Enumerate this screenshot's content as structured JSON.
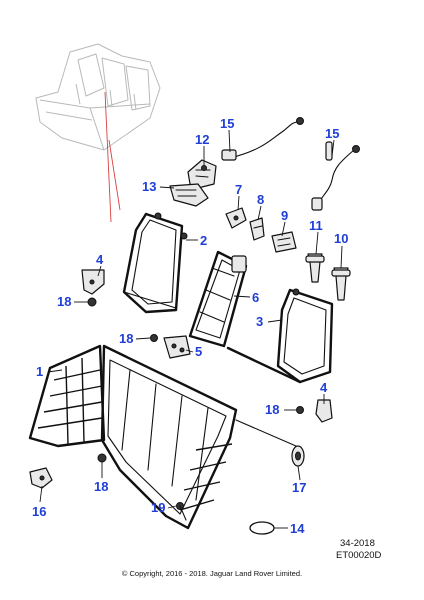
{
  "callouts": {
    "c1": "1",
    "c2": "2",
    "c3": "3",
    "c4a": "4",
    "c4b": "4",
    "c5": "5",
    "c6": "6",
    "c7": "7",
    "c8": "8",
    "c9": "9",
    "c10": "10",
    "c11": "11",
    "c12": "12",
    "c13": "13",
    "c14": "14",
    "c15a": "15",
    "c15b": "15",
    "c16": "16",
    "c17": "17",
    "c18a": "18",
    "c18b": "18",
    "c18c": "18",
    "c18d": "18",
    "c19": "19"
  },
  "reference": {
    "section": "34-2018",
    "code": "ET00020D"
  },
  "copyright": "© Copyright, 2016 - 2018. Jaguar Land Rover Limited.",
  "colors": {
    "callout": "#1f3fd6",
    "locator_line": "#d94040",
    "ghost_seat": "#b9b9b9"
  }
}
